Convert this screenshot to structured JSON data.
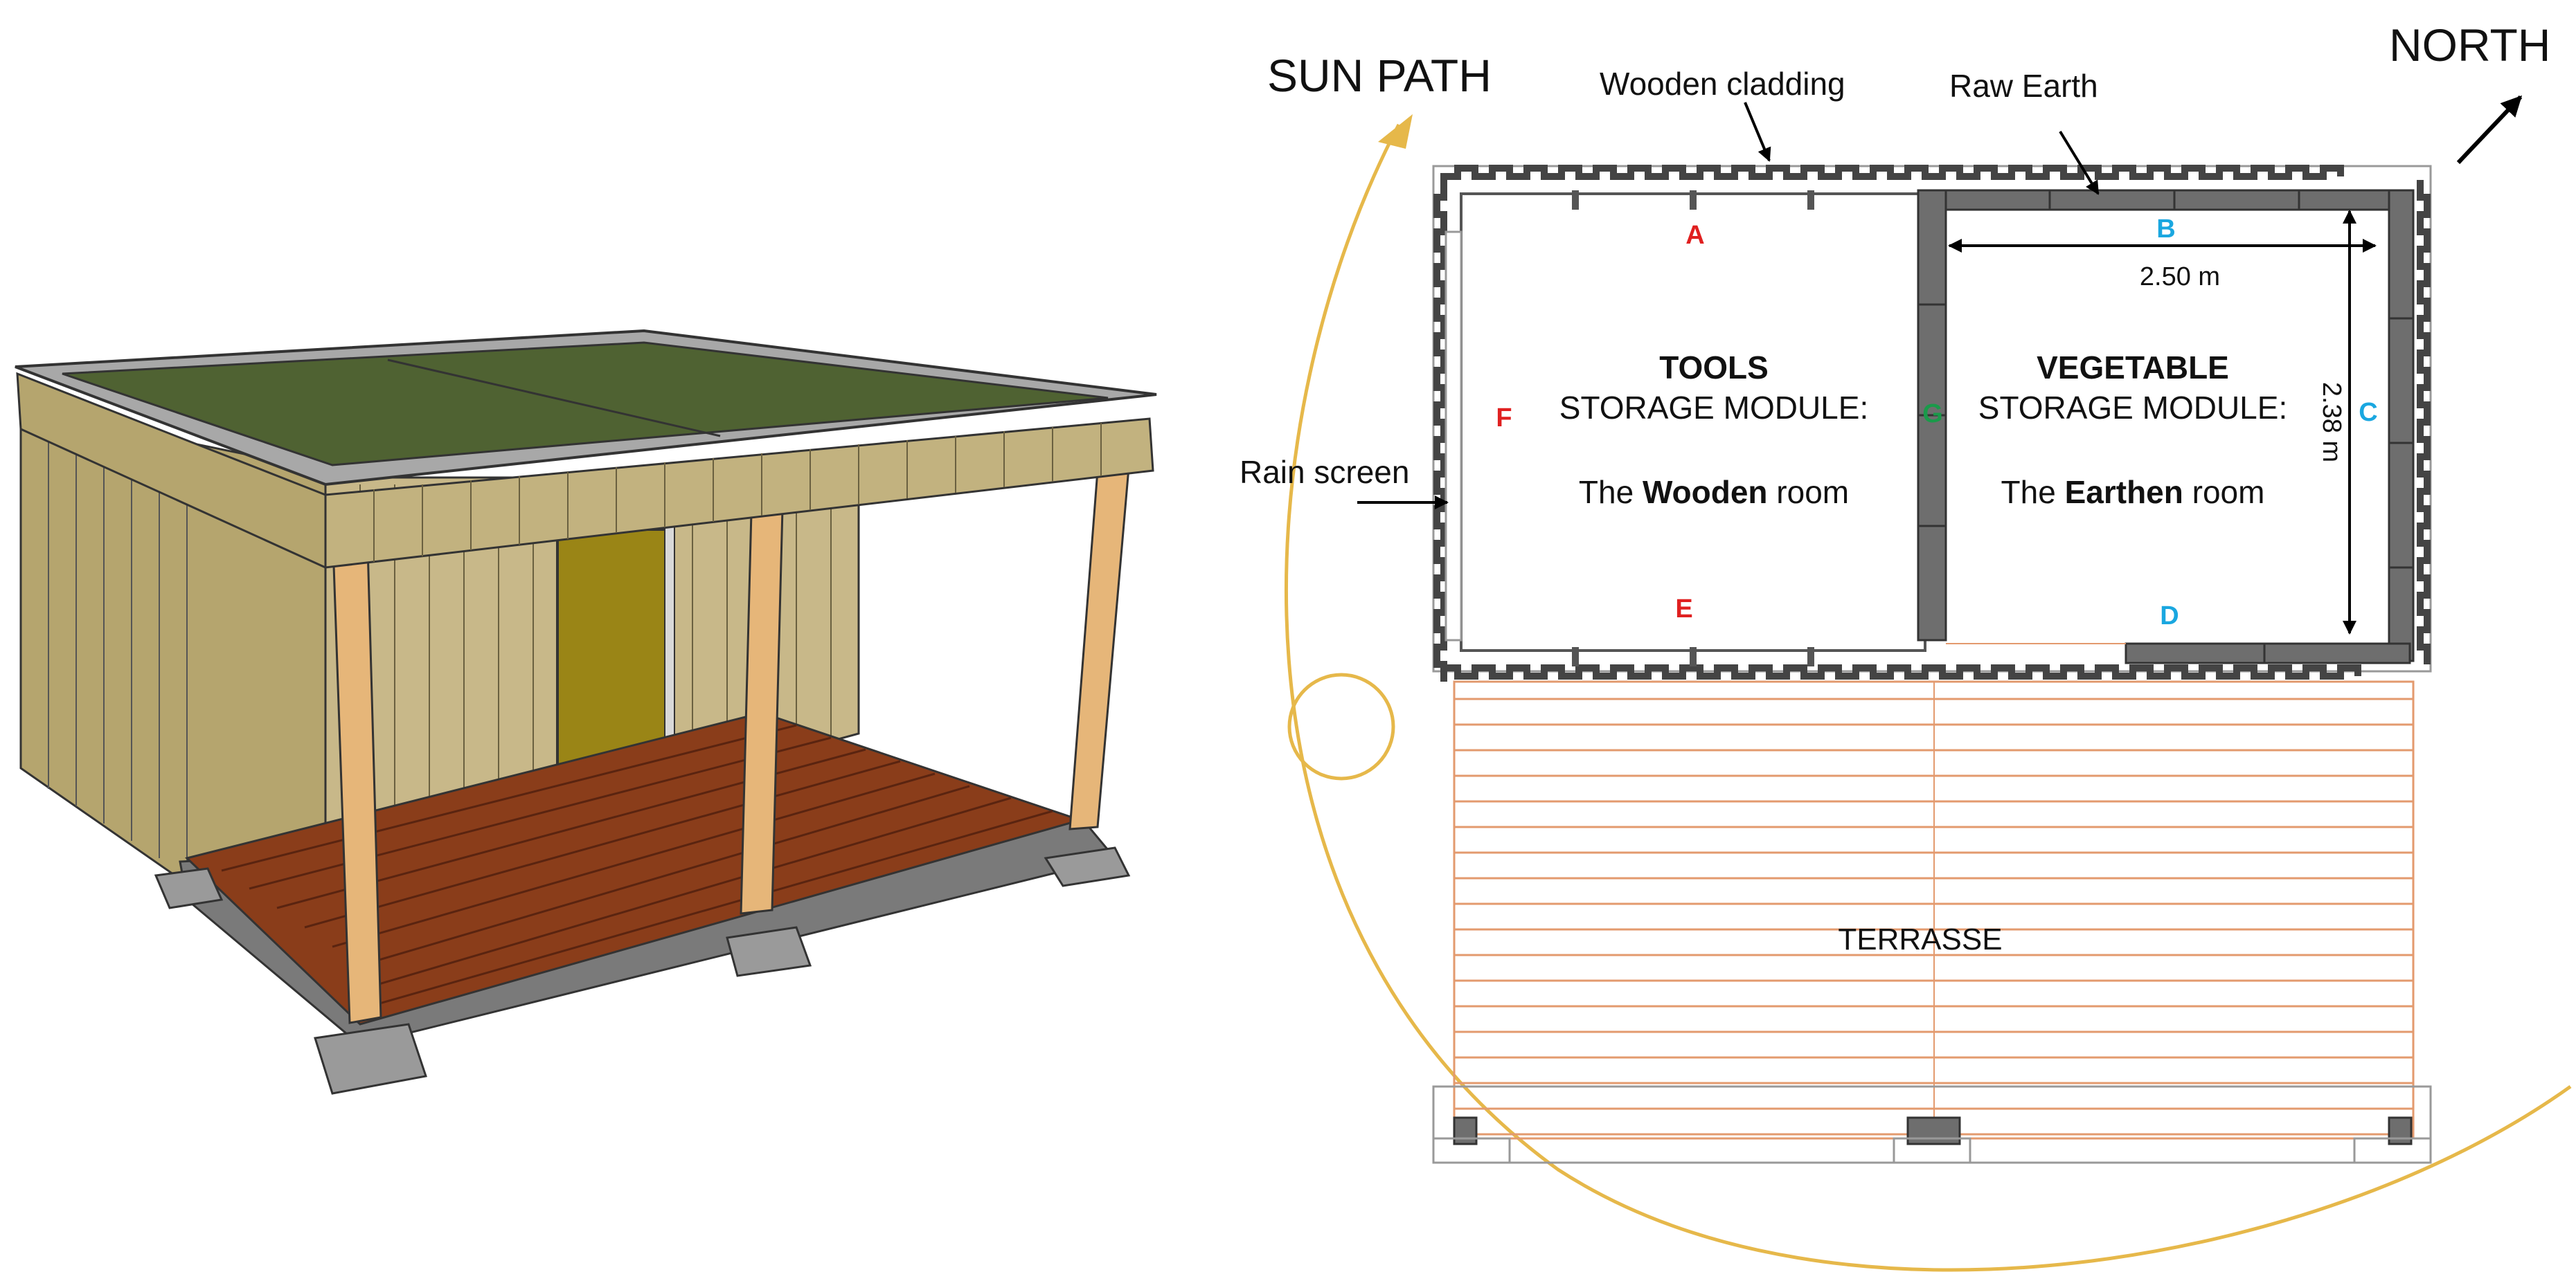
{
  "labels": {
    "sun_path": "SUN PATH",
    "north": "NORTH",
    "wooden_cladding": "Wooden cladding",
    "raw_earth": "Raw Earth",
    "rain_screen": "Rain screen",
    "terrasse": "TERRASSE"
  },
  "rooms": {
    "tools": {
      "title": "TOOLS",
      "subtitle": "STORAGE MODULE:",
      "name_prefix": "The ",
      "name_bold": "Wooden",
      "name_suffix": " room"
    },
    "vegetable": {
      "title": "VEGETABLE",
      "subtitle": "STORAGE MODULE:",
      "name_prefix": "The ",
      "name_bold": "Earthen",
      "name_suffix": " room"
    }
  },
  "points": {
    "A": "A",
    "B": "B",
    "C": "C",
    "D": "D",
    "E": "E",
    "F": "F",
    "G": "G"
  },
  "dimensions": {
    "width": "2.50 m",
    "depth": "2.38 m"
  },
  "colors": {
    "point_red": "#e02020",
    "point_cyan": "#1aa7e0",
    "point_green": "#1a9a4a",
    "sun_path": "#e6b84a",
    "roof_green": "#4f6232",
    "cladding": "#c2b27f",
    "deck": "#8a3d1a",
    "door": "#9a8516",
    "earth_wall": "#6e6e6e",
    "terrace_line": "#e39a6e"
  }
}
